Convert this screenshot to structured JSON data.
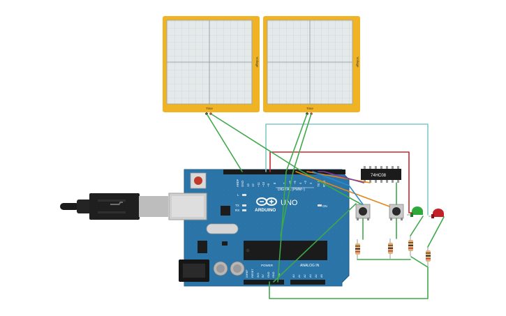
{
  "oscilloscopes": [
    {
      "x_label": "Time",
      "y_label": "Voltage"
    },
    {
      "x_label": "Time",
      "y_label": "Voltage"
    }
  ],
  "arduino": {
    "brand": "ARDUINO",
    "model": "UNO",
    "digital_label": "DIGITAL (PWM~)",
    "power_label": "POWER",
    "analog_label": "ANALOG IN",
    "top_pins": [
      "AREF",
      "GND",
      "13",
      "12",
      "~11",
      "~10",
      "~9",
      "8",
      "7",
      "~6",
      "~5",
      "4",
      "~3",
      "2",
      "TX 1",
      "RX 0"
    ],
    "bottom_power_pins": [
      "IOREF",
      "RESET",
      "3V3",
      "5V",
      "GND",
      "GND",
      "VIN"
    ],
    "analog_pins": [
      "A0",
      "A1",
      "A2",
      "A3",
      "A4",
      "A5"
    ],
    "led_labels": [
      "L",
      "TX",
      "RX"
    ],
    "on_label": "ON"
  },
  "chip": {
    "label": "74HC08"
  },
  "colors": {
    "scope_frame": "#f0b323",
    "board": "#2b74a8",
    "wire_green": "#3ea84a",
    "wire_cyan": "#7fc8cc",
    "wire_red": "#c7282c",
    "wire_orange": "#e5861a",
    "wire_blue": "#2a8ad4",
    "wire_purple": "#7b3e9c",
    "led_green": "#2fa83a",
    "led_red": "#c42027"
  }
}
